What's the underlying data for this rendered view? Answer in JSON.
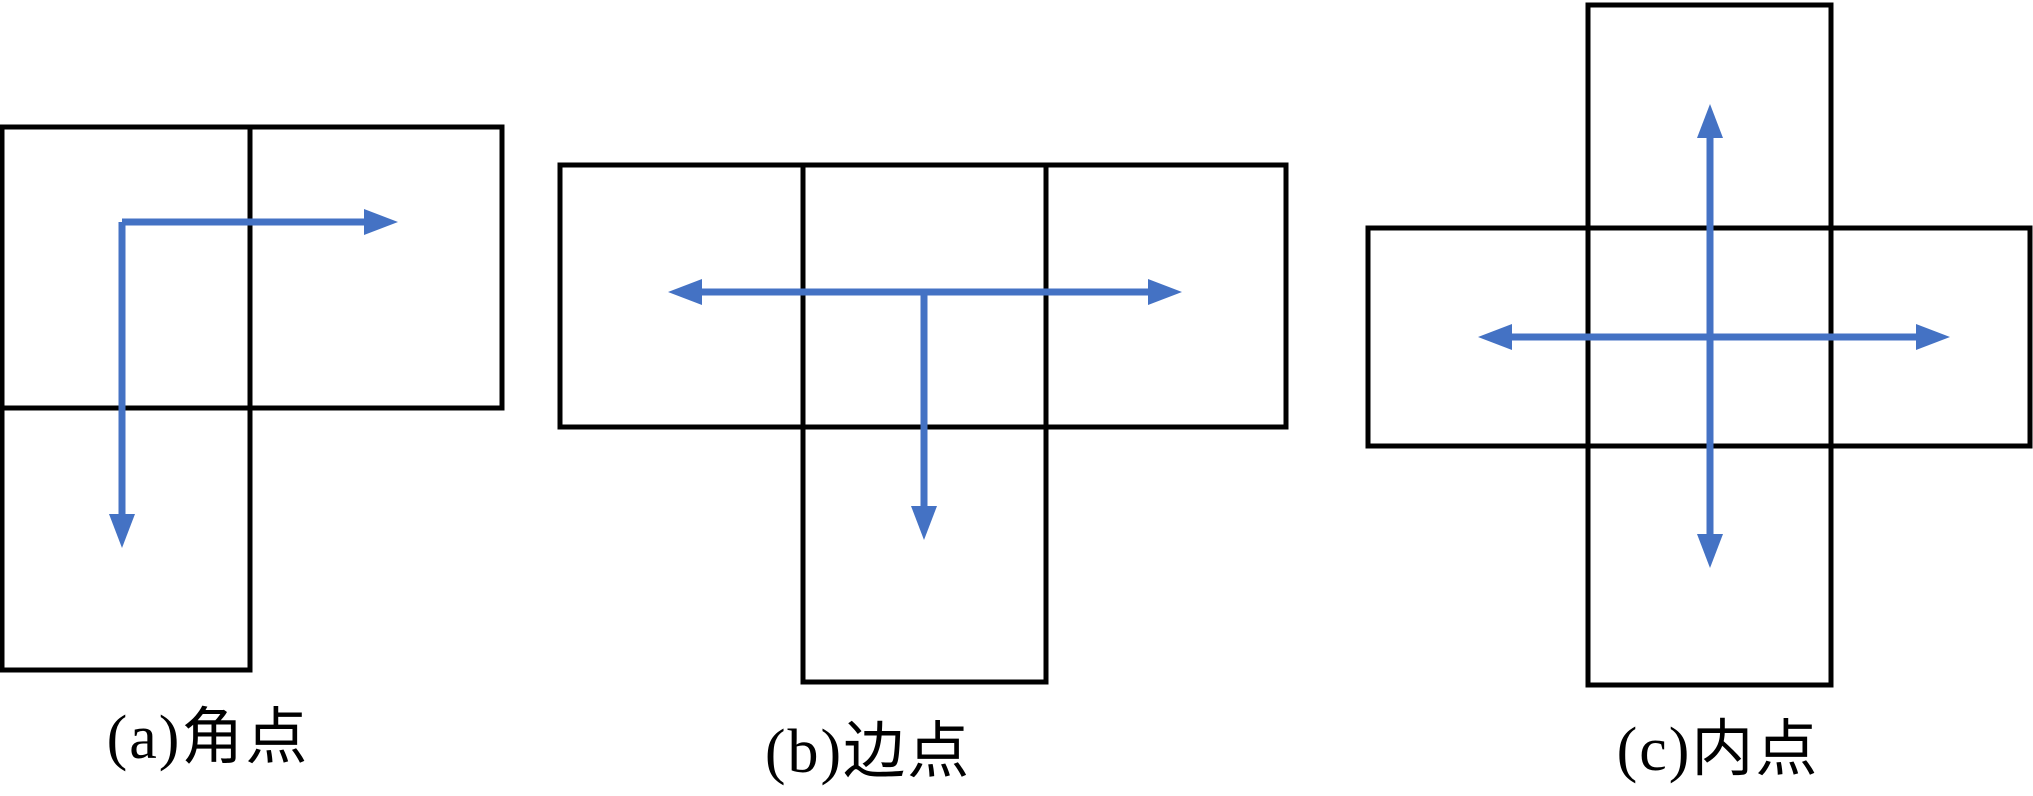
{
  "figure": {
    "background": "#ffffff",
    "cell_stroke_color": "#000000",
    "arrow_color": "#4472C4",
    "panels": [
      {
        "id": "a",
        "label": "(a)角点",
        "cells": 3,
        "arrow_directions": [
          "right",
          "down"
        ]
      },
      {
        "id": "b",
        "label": "(b)边点",
        "cells": 4,
        "arrow_directions": [
          "left",
          "right",
          "down"
        ]
      },
      {
        "id": "c",
        "label": "(c)内点",
        "cells": 5,
        "arrow_directions": [
          "up",
          "down",
          "left",
          "right"
        ]
      }
    ]
  }
}
